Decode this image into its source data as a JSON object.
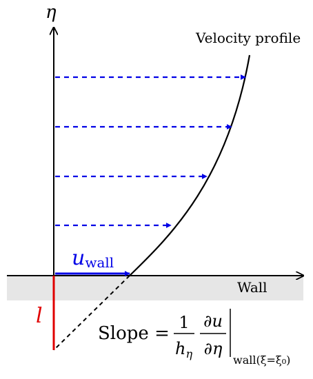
{
  "labels": {
    "eta_axis": "η",
    "velocity_profile": "Velocity profile",
    "wall": "Wall",
    "u_symbol": "u",
    "u_subscript": "wall",
    "slip_length": "l",
    "slope_word": "Slope =",
    "frac1_num": "1",
    "frac1_den_main": "h",
    "frac1_den_sub": "η",
    "frac2_num": "∂u",
    "frac2_den": "∂η",
    "eval_sub": "wall(ξ=ξ₀)"
  },
  "colors": {
    "axis": "#000000",
    "profile": "#000000",
    "arrows": "#0000e6",
    "slip_length": "#e00000",
    "wall_band": "#e6e6e6",
    "u_wall_label": "#0000e6"
  }
}
